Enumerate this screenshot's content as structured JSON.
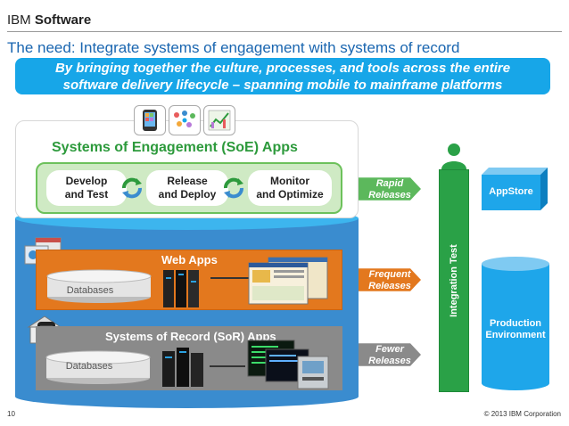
{
  "header": {
    "brand_light": "IBM ",
    "brand_bold": "Software"
  },
  "title": "The need: Integrate systems of engagement with systems of record",
  "banner": {
    "line1": "By bringing together the culture, processes, and tools across the entire",
    "line2": "software delivery lifecycle – spanning mobile to mainframe platforms"
  },
  "soe": {
    "title": "Systems of Engagement (SoE) Apps",
    "steps": [
      {
        "line1": "Develop",
        "line2": "and Test"
      },
      {
        "line1": "Release",
        "line2": "and Deploy"
      },
      {
        "line1": "Monitor",
        "line2": "and Optimize"
      }
    ],
    "icons": [
      "mobile-phone-icon",
      "social-network-icon",
      "analytics-icon"
    ]
  },
  "web": {
    "title": "Web Apps",
    "db_label": "Databases"
  },
  "sor": {
    "title": "Systems of Record (SoR) Apps",
    "db_label": "Databases"
  },
  "releases": [
    {
      "line1": "Rapid",
      "line2": "Releases",
      "color": "#5cb85c"
    },
    {
      "line1": "Frequent",
      "line2": "Releases",
      "color": "#e3781e"
    },
    {
      "line1": "Fewer",
      "line2": "Releases",
      "color": "#8a8a8a"
    }
  ],
  "integration": {
    "label": "Integration Test"
  },
  "targets": {
    "appstore": "AppStore",
    "production_line1": "Production",
    "production_line2": "Environment"
  },
  "colors": {
    "brand_blue": "#1a66b0",
    "banner_blue": "#17a6e8",
    "engagement_green": "#2d9a3c",
    "web_orange": "#e3781e",
    "record_gray": "#8a8a8a",
    "target_blue": "#1ea6ea"
  },
  "footer": {
    "page": "10",
    "copyright": "© 2013 IBM Corporation"
  }
}
